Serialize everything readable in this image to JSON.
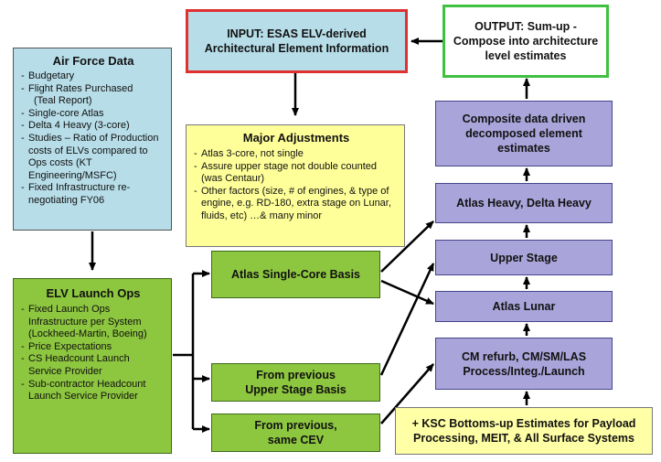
{
  "input_box": {
    "lines": [
      "INPUT: ESAS ELV-derived",
      "Architectural Element Information"
    ],
    "fill_color": "#b7dde8",
    "border_color": "#e03030"
  },
  "output_box": {
    "lines": [
      "OUTPUT: Sum-up -",
      "Compose into architecture",
      "level estimates"
    ],
    "border_color": "#40c040"
  },
  "air_force": {
    "title": "Air Force Data",
    "items": [
      {
        "text": "Budgetary"
      },
      {
        "text": "Flight Rates Purchased",
        "continuation": "(Teal Report)"
      },
      {
        "text": "Single-core Atlas"
      },
      {
        "text": "Delta 4 Heavy (3-core)"
      },
      {
        "text": "Studies – Ratio of Production costs of ELVs compared to Ops costs (KT Engineering/MSFC)"
      },
      {
        "text": "Fixed Infrastructure re-negotiating FY06"
      }
    ]
  },
  "adjustments": {
    "title": "Major Adjustments",
    "items": [
      {
        "text": "Atlas 3-core, not single"
      },
      {
        "text": "Assure upper stage not double counted (was Centaur)"
      },
      {
        "text": "Other factors (size, # of engines, & type of engine, e.g. RD-180, extra stage on Lunar, fluids, etc) …& many minor"
      }
    ]
  },
  "launch_ops": {
    "title": "ELV Launch Ops",
    "items": [
      {
        "text": "Fixed Launch Ops Infrastructure per System (Lockheed-Martin, Boeing)"
      },
      {
        "text": "Price Expectations"
      },
      {
        "text": "CS Headcount Launch Service Provider"
      },
      {
        "text": "Sub-contractor Headcount Launch Service Provider"
      }
    ]
  },
  "green_boxes": {
    "atlas_single": {
      "lines": [
        "Atlas Single-Core Basis"
      ]
    },
    "upper_prev": {
      "lines": [
        "From previous",
        "Upper Stage Basis"
      ]
    },
    "cev_prev": {
      "lines": [
        "From previous,",
        "same CEV"
      ]
    }
  },
  "purple_boxes": {
    "composite": {
      "lines": [
        "Composite data driven",
        "decomposed element",
        "estimates"
      ]
    },
    "atlas_heavy": {
      "lines": [
        "Atlas Heavy, Delta Heavy"
      ]
    },
    "upper_stage": {
      "lines": [
        "Upper Stage"
      ]
    },
    "atlas_lunar": {
      "lines": [
        "Atlas Lunar"
      ]
    },
    "cm_refurb": {
      "lines": [
        "CM refurb, CM/SM/LAS",
        "Process/Integ./Launch"
      ]
    }
  },
  "ksc_box": {
    "lines": [
      "+ KSC Bottoms-up Estimates for Payload",
      "Processing, MEIT, & All Surface Systems"
    ]
  },
  "colors": {
    "blue_fill": "#b7dde8",
    "yellow_fill": "#ffff99",
    "green_fill": "#8dc63f",
    "purple_fill": "#a9a4d9",
    "cream_fill": "#ffffa6",
    "arrow": "#000000"
  }
}
